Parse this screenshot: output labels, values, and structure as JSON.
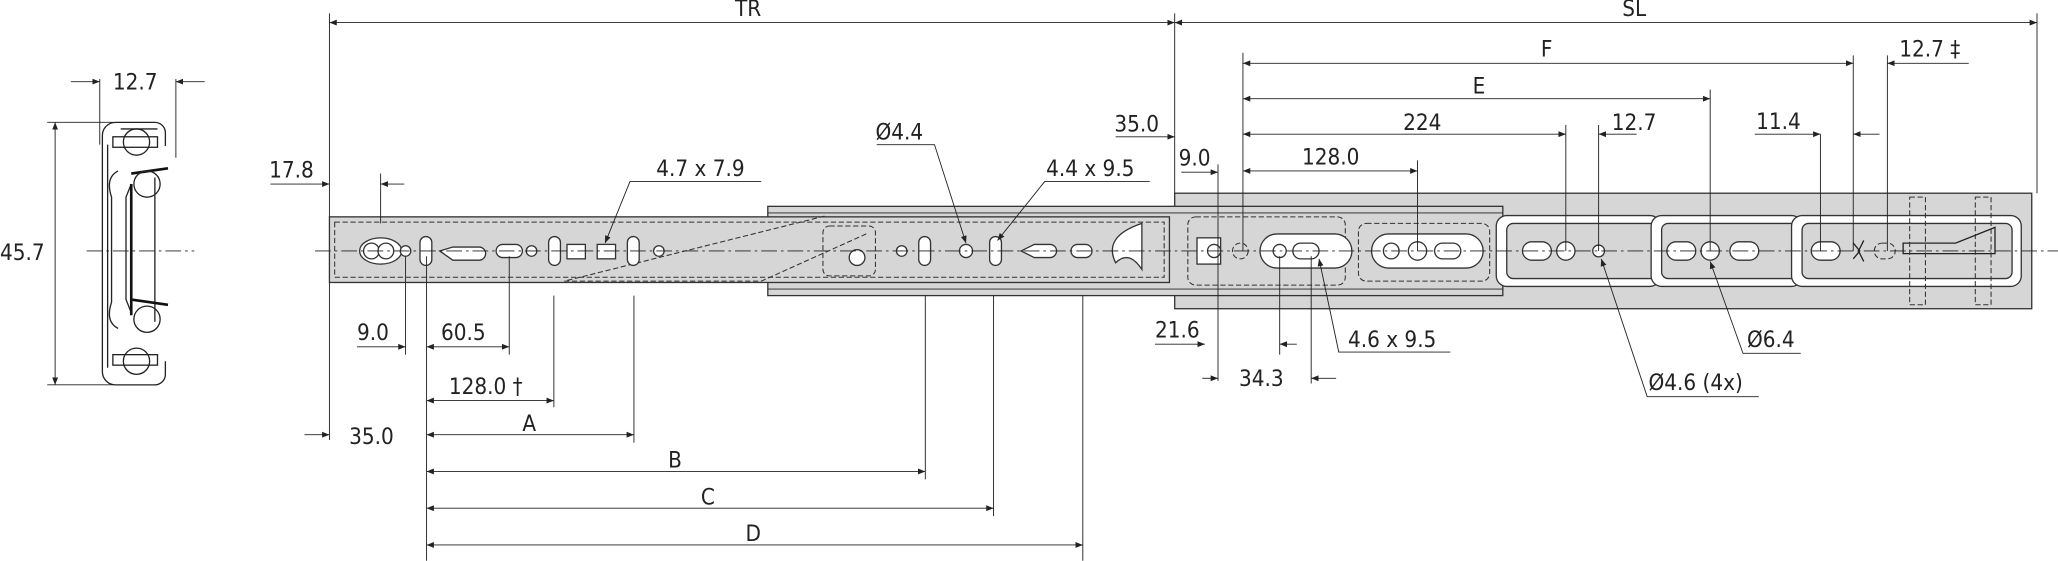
{
  "cross_section": {
    "width_label": "12.7",
    "height_label": "45.7"
  },
  "overall": {
    "travel_label": "TR",
    "slide_length_label": "SL"
  },
  "inner_member": {
    "front_offset": "17.8",
    "dim_9": "9.0",
    "dim_60": "60.5",
    "dim_128": "128.0 †",
    "dim_35": "35.0",
    "dim_A": "A",
    "dim_B": "B",
    "dim_C": "C",
    "dim_D": "D",
    "hole_rect": "4.7 x 7.9",
    "hole_dia": "Ø4.4",
    "slot": "4.4 x 9.5"
  },
  "outer_member": {
    "dim_35": "35.0",
    "dim_9": "9.0",
    "dim_128": "128.0",
    "dim_224": "224",
    "dim_12_7": "12.7",
    "dim_E": "E",
    "dim_F": "F",
    "dim_12_7_rear": "12.7 ‡",
    "dim_11_4": "11.4",
    "dim_21_6": "21.6",
    "dim_34_3": "34.3",
    "slot": "4.6 x 9.5",
    "hole_small": "Ø4.6 (4x)",
    "hole_large": "Ø6.4"
  }
}
